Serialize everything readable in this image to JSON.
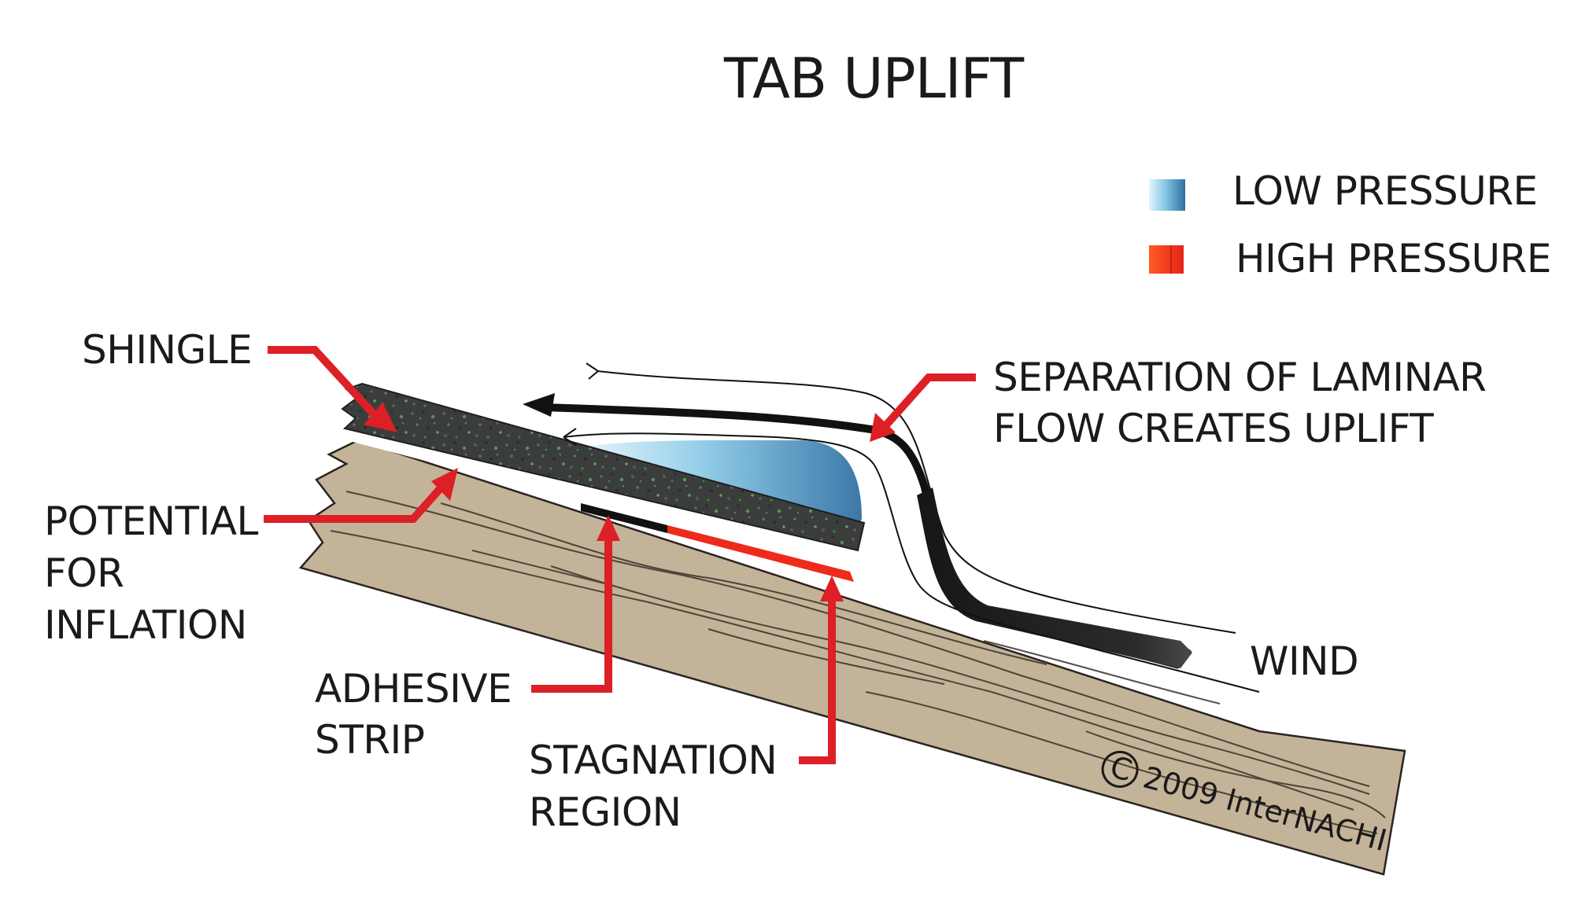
{
  "title": "TAB UPLIFT",
  "legend": {
    "items": [
      {
        "label": "LOW PRESSURE",
        "color_light": "#dff3fb",
        "color_dark": "#3d7fb0"
      },
      {
        "label": "HIGH PRESSURE",
        "color_light": "#ff4a1c",
        "color_dark": "#e8281a"
      }
    ]
  },
  "labels": {
    "shingle": "SHINGLE",
    "potential": [
      "POTENTIAL",
      "FOR",
      "INFLATION"
    ],
    "adhesive": [
      "ADHESIVE",
      "STRIP"
    ],
    "stagnation": [
      "STAGNATION",
      "REGION"
    ],
    "separation": [
      "SEPARATION OF LAMINAR",
      "FLOW CREATES UPLIFT"
    ],
    "wind": "WIND"
  },
  "copyright": {
    "symbol": "©",
    "text": "2009 InterNACHI"
  },
  "colors": {
    "leader": "#dd1f26",
    "wood": "#c4b49a",
    "wood_grain": "#3a3128",
    "shingle": "#3d3f3e",
    "shingle_speck": "#4f9a4a",
    "flow": "#1c1c1c",
    "adhesive": "#111111",
    "stagnation": "#ee2a1b"
  }
}
